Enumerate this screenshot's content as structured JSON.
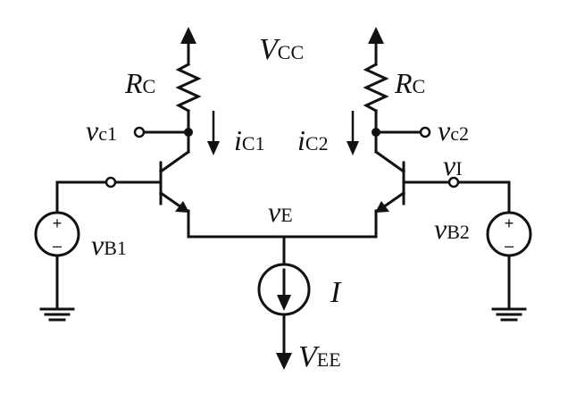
{
  "labels": {
    "vcc": {
      "sym": "V",
      "sub": "CC"
    },
    "vee": {
      "sym": "V",
      "sub": "EE"
    },
    "rc_left": {
      "sym": "R",
      "sub": "C"
    },
    "rc_right": {
      "sym": "R",
      "sub": "C"
    },
    "vc1": {
      "sym": "v",
      "sub": "c1"
    },
    "vc2": {
      "sym": "v",
      "sub": "c2"
    },
    "ic1": {
      "sym": "i",
      "sub": "C1"
    },
    "ic2": {
      "sym": "i",
      "sub": "C2"
    },
    "vi": {
      "sym": "v",
      "sub": "I"
    },
    "ve": {
      "sym": "v",
      "sub": "E"
    },
    "vb1": {
      "sym": "v",
      "sub": "B1"
    },
    "vb2": {
      "sym": "v",
      "sub": "B2"
    },
    "current_source": {
      "sym": "I"
    }
  },
  "source_signs": {
    "plus": "+",
    "minus": "–"
  }
}
